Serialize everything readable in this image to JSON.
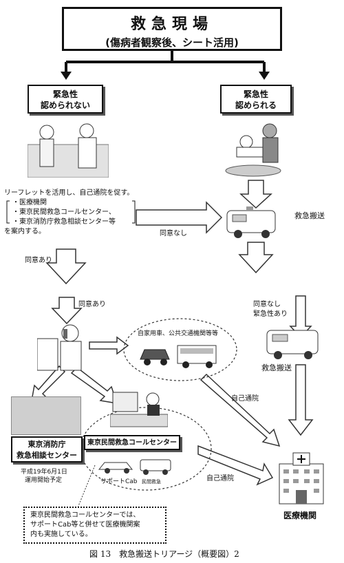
{
  "header": {
    "title": "救急現場",
    "subtitle": "(傷病者観察後、シート活用)"
  },
  "left_box": {
    "line1": "緊急性",
    "line2": "認められない"
  },
  "right_box": {
    "line1": "緊急性",
    "line2": "認められる"
  },
  "leaflet": {
    "intro": "リーフレットを活用し、自己通院を促す。",
    "items": [
      "・医療機関",
      "・東京民間救急コールセンター、",
      "・東京消防庁救急相談センター等"
    ],
    "outro": "を案内する。"
  },
  "labels": {
    "no_consent": "同意なし",
    "ambulance_transport_1": "救急搬送",
    "consent_1": "同意あり",
    "consent_2": "同意あり",
    "no_consent_urgent_1": "同意なし",
    "no_consent_urgent_2": "緊急性あり",
    "ambulance_transport_2": "救急搬送",
    "private_transport": "自家用車、公共交通機関等等",
    "self_visit_1": "自己通院",
    "self_visit_2": "自己通院",
    "support_cab": "サポートCab",
    "private_ambulance": "民間救急"
  },
  "fire_center": {
    "line1": "東京消防庁",
    "line2": "救急相談センター",
    "note1": "平成19年6月1日",
    "note2": "運用開始予定"
  },
  "private_center": {
    "label": "東京民間救急コールセンター"
  },
  "hospital": {
    "label": "医療機関"
  },
  "note": {
    "line1": "東京民間救急コールセンターでは、",
    "line2": "サポートCab等と併せて医療機関案",
    "line3": "内も実施している。"
  },
  "caption": "図 13　救急搬送トリアージ（概要図）2"
}
